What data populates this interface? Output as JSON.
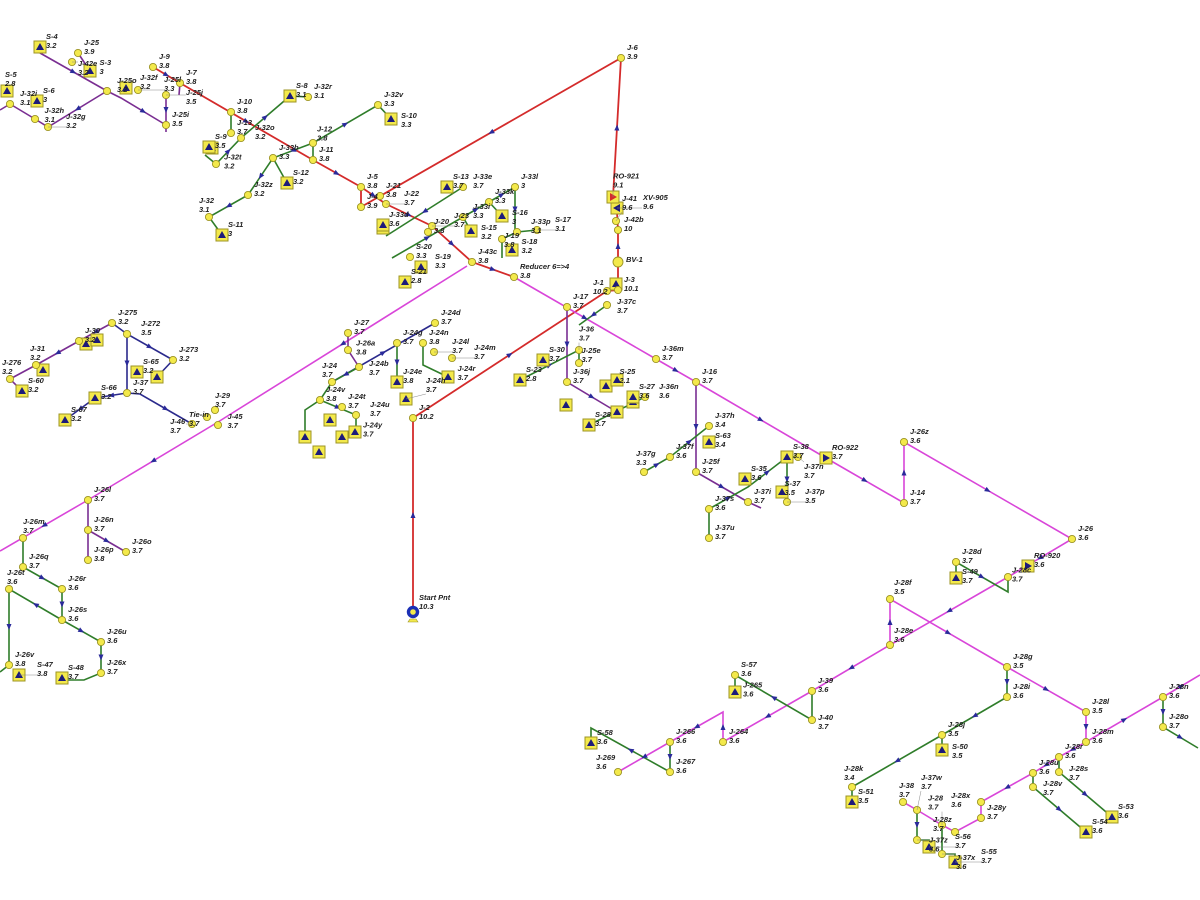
{
  "view": {
    "background": "#ffffff"
  },
  "colors": {
    "trunk": "#d42b2b",
    "main": "#d946d9",
    "branch": "#7a2e92",
    "line": "#2f7d2a",
    "feed": "#2b2a8c",
    "node_fill": "#f3e94b",
    "node_stroke": "#9c9424",
    "source": "#1b2fb5",
    "arrow": "#2a2a9a"
  },
  "nodes": [
    {
      "id": "Start Pnt",
      "value": "10.3",
      "type": "source"
    },
    {
      "id": "J-2",
      "value": "10.2",
      "type": "junction"
    },
    {
      "id": "J-1",
      "value": "10.2",
      "type": "junction"
    },
    {
      "id": "J-3",
      "value": "10.1",
      "type": "junction"
    },
    {
      "id": "BV-1",
      "value": "",
      "type": "valve"
    },
    {
      "id": "J-42b",
      "value": "10",
      "type": "junction"
    },
    {
      "id": "J-41",
      "value": "9.6",
      "type": "junction"
    },
    {
      "id": "XV-905",
      "value": "9.6",
      "type": "valve-box"
    },
    {
      "id": "RO-921",
      "value": "9.1",
      "type": "orifice"
    },
    {
      "id": "J-6",
      "value": "3.9",
      "type": "junction"
    },
    {
      "id": "J-4",
      "value": "3.9",
      "type": "junction"
    },
    {
      "id": "J-5",
      "value": "3.8",
      "type": "junction"
    },
    {
      "id": "J-9",
      "value": "3.8",
      "type": "junction"
    },
    {
      "id": "J-7",
      "value": "3.8",
      "type": "junction"
    },
    {
      "id": "J-10",
      "value": "3.8",
      "type": "junction"
    },
    {
      "id": "J-13",
      "value": "3.7",
      "type": "junction"
    },
    {
      "id": "J-11",
      "value": "3.8",
      "type": "junction"
    },
    {
      "id": "J-12",
      "value": "3.8",
      "type": "junction"
    },
    {
      "id": "J-21",
      "value": "3.8",
      "type": "junction"
    },
    {
      "id": "J-22",
      "value": "3.7",
      "type": "junction"
    },
    {
      "id": "J-20",
      "value": "3.8",
      "type": "junction"
    },
    {
      "id": "J-23",
      "value": "3.7",
      "type": "junction"
    },
    {
      "id": "J-43c",
      "value": "3.8",
      "type": "junction"
    },
    {
      "id": "Reducer 6=>4",
      "value": "3.8",
      "type": "junction"
    },
    {
      "id": "J-17",
      "value": "3.7",
      "type": "junction"
    },
    {
      "id": "J-37c",
      "value": "3.7",
      "type": "junction"
    },
    {
      "id": "J-36m",
      "value": "3.7",
      "type": "junction"
    },
    {
      "id": "J-16",
      "value": "3.7",
      "type": "junction"
    },
    {
      "id": "RO-922",
      "value": "3.7",
      "type": "orifice"
    },
    {
      "id": "J-14",
      "value": "3.7",
      "type": "junction"
    },
    {
      "id": "J-26z",
      "value": "3.6",
      "type": "junction"
    },
    {
      "id": "J-26",
      "value": "3.6",
      "type": "junction"
    },
    {
      "id": "RO-920",
      "value": "3.6",
      "type": "orifice"
    },
    {
      "id": "J-28c",
      "value": "3.7",
      "type": "junction"
    },
    {
      "id": "J-28d",
      "value": "3.7",
      "type": "junction"
    },
    {
      "id": "S-49",
      "value": "3.7",
      "type": "sprinkler"
    },
    {
      "id": "J-28f",
      "value": "3.5",
      "type": "junction"
    },
    {
      "id": "J-28e",
      "value": "3.6",
      "type": "junction"
    },
    {
      "id": "J-28g",
      "value": "3.5",
      "type": "junction"
    },
    {
      "id": "J-28i",
      "value": "3.6",
      "type": "junction"
    },
    {
      "id": "J-28l",
      "value": "3.5",
      "type": "junction"
    },
    {
      "id": "J-28m",
      "value": "3.6",
      "type": "junction"
    },
    {
      "id": "J-28n",
      "value": "3.6",
      "type": "junction"
    },
    {
      "id": "J-28o",
      "value": "3.7",
      "type": "junction"
    },
    {
      "id": "J-28j",
      "value": "3.5",
      "type": "junction"
    },
    {
      "id": "S-50",
      "value": "3.5",
      "type": "sprinkler"
    },
    {
      "id": "J-28k",
      "value": "3.4",
      "type": "junction"
    },
    {
      "id": "S-51",
      "value": "3.5",
      "type": "sprinkler"
    },
    {
      "id": "J-28r",
      "value": "3.6",
      "type": "junction"
    },
    {
      "id": "J-28s",
      "value": "3.7",
      "type": "junction"
    },
    {
      "id": "S-53",
      "value": "3.6",
      "type": "sprinkler"
    },
    {
      "id": "J-28u",
      "value": "3.6",
      "type": "junction"
    },
    {
      "id": "J-28v",
      "value": "3.7",
      "type": "junction"
    },
    {
      "id": "S-54",
      "value": "3.6",
      "type": "sprinkler"
    },
    {
      "id": "J-28x",
      "value": "3.6",
      "type": "junction"
    },
    {
      "id": "J-28y",
      "value": "3.7",
      "type": "junction"
    },
    {
      "id": "J-28z",
      "value": "3.7",
      "type": "junction"
    },
    {
      "id": "J-28",
      "value": "3.7",
      "type": "junction"
    },
    {
      "id": "J-38",
      "value": "3.7",
      "type": "junction"
    },
    {
      "id": "J-37w",
      "value": "3.7",
      "type": "junction"
    },
    {
      "id": "J-37z",
      "value": "3.6",
      "type": "junction"
    },
    {
      "id": "S-56",
      "value": "3.7",
      "type": "sprinkler"
    },
    {
      "id": "J-37x",
      "value": "3.6",
      "type": "junction"
    },
    {
      "id": "S-55",
      "value": "3.7",
      "type": "sprinkler"
    },
    {
      "id": "J-39",
      "value": "3.6",
      "type": "junction"
    },
    {
      "id": "J-40",
      "value": "3.7",
      "type": "junction"
    },
    {
      "id": "S-57",
      "value": "3.6",
      "type": "junction"
    },
    {
      "id": "J-265",
      "value": "3.6",
      "type": "sprinkler"
    },
    {
      "id": "J-264",
      "value": "3.6",
      "type": "junction"
    },
    {
      "id": "J-266",
      "value": "3.6",
      "type": "junction"
    },
    {
      "id": "J-267",
      "value": "3.6",
      "type": "junction"
    },
    {
      "id": "J-269",
      "value": "3.6",
      "type": "junction"
    },
    {
      "id": "S-58",
      "value": "3.6",
      "type": "sprinkler"
    },
    {
      "id": "J-37f",
      "value": "3.6",
      "type": "junction"
    },
    {
      "id": "J-37g",
      "value": "3.3",
      "type": "junction"
    },
    {
      "id": "J-37h",
      "value": "3.4",
      "type": "junction"
    },
    {
      "id": "S-63",
      "value": "3.4",
      "type": "sprinkler"
    },
    {
      "id": "J-25f",
      "value": "3.7",
      "type": "junction"
    },
    {
      "id": "J-37i",
      "value": "3.7",
      "type": "junction"
    },
    {
      "id": "S-35",
      "value": "3.6",
      "type": "sprinkler"
    },
    {
      "id": "J-37s",
      "value": "3.6",
      "type": "junction"
    },
    {
      "id": "J-37u",
      "value": "3.7",
      "type": "junction"
    },
    {
      "id": "S-38",
      "value": "3.7",
      "type": "sprinkler"
    },
    {
      "id": "J-37n",
      "value": "3.7",
      "type": "junction"
    },
    {
      "id": "S-37",
      "value": "3.5",
      "type": "sprinkler"
    },
    {
      "id": "J-37p",
      "value": "3.5",
      "type": "junction"
    },
    {
      "id": "S-27",
      "value": "3.6",
      "type": "sprinkler"
    },
    {
      "id": "J-36n",
      "value": "3.6",
      "type": "junction"
    },
    {
      "id": "S-25",
      "value": "2.1",
      "type": "sprinkler"
    },
    {
      "id": "S-28",
      "value": "3.7",
      "type": "sprinkler"
    },
    {
      "id": "J-36j",
      "value": "3.7",
      "type": "junction"
    },
    {
      "id": "J-25e",
      "value": "3.7",
      "type": "junction"
    },
    {
      "id": "J-36",
      "value": "3.7",
      "type": "junction"
    },
    {
      "id": "S-30",
      "value": "3.7",
      "type": "sprinkler"
    },
    {
      "id": "S-23",
      "value": "2.8",
      "type": "sprinkler"
    },
    {
      "id": "J-27",
      "value": "3.7",
      "type": "junction"
    },
    {
      "id": "J-26a",
      "value": "3.8",
      "type": "junction"
    },
    {
      "id": "J-24b",
      "value": "3.7",
      "type": "junction"
    },
    {
      "id": "J-24d",
      "value": "3.7",
      "type": "junction"
    },
    {
      "id": "J-24g",
      "value": "3.7",
      "type": "junction"
    },
    {
      "id": "J-24n",
      "value": "3.8",
      "type": "junction"
    },
    {
      "id": "J-24l",
      "value": "3.7",
      "type": "junction"
    },
    {
      "id": "J-24m",
      "value": "3.7",
      "type": "junction"
    },
    {
      "id": "J-24r",
      "value": "3.7",
      "type": "sprinkler"
    },
    {
      "id": "J-24e",
      "value": "3.8",
      "type": "sprinkler"
    },
    {
      "id": "J-24h",
      "value": "3.7",
      "type": "sprinkler"
    },
    {
      "id": "J-24",
      "value": "3.7",
      "type": "junction"
    },
    {
      "id": "J-24v",
      "value": "3.8",
      "type": "junction"
    },
    {
      "id": "J-24t",
      "value": "3.7",
      "type": "junction"
    },
    {
      "id": "J-24u",
      "value": "3.7",
      "type": "junction"
    },
    {
      "id": "J-24y",
      "value": "3.7",
      "type": "sprinkler"
    },
    {
      "id": "J-275",
      "value": "3.2",
      "type": "junction"
    },
    {
      "id": "J-272",
      "value": "3.5",
      "type": "junction"
    },
    {
      "id": "J-273",
      "value": "3.2",
      "type": "junction"
    },
    {
      "id": "J-30",
      "value": "3.2",
      "type": "junction"
    },
    {
      "id": "J-31",
      "value": "3.2",
      "type": "junction"
    },
    {
      "id": "J-276",
      "value": "3.2",
      "type": "junction"
    },
    {
      "id": "S-60",
      "value": "3.2",
      "type": "sprinkler"
    },
    {
      "id": "S-65",
      "value": "3.2",
      "type": "sprinkler"
    },
    {
      "id": "J-37",
      "value": "3.7",
      "type": "junction"
    },
    {
      "id": "S-66",
      "value": "3.2",
      "type": "sprinkler"
    },
    {
      "id": "S-67",
      "value": "3.2",
      "type": "sprinkler"
    },
    {
      "id": "Tie-in",
      "value": "3.7",
      "type": "junction"
    },
    {
      "id": "J-29",
      "value": "3.7",
      "type": "junction"
    },
    {
      "id": "J-46",
      "value": "3.7",
      "type": "junction"
    },
    {
      "id": "J-45",
      "value": "3.7",
      "type": "junction"
    },
    {
      "id": "J-26l",
      "value": "3.7",
      "type": "junction"
    },
    {
      "id": "J-26m",
      "value": "3.7",
      "type": "junction"
    },
    {
      "id": "J-26n",
      "value": "3.7",
      "type": "junction"
    },
    {
      "id": "J-26p",
      "value": "3.8",
      "type": "junction"
    },
    {
      "id": "J-26o",
      "value": "3.7",
      "type": "junction"
    },
    {
      "id": "J-26q",
      "value": "3.7",
      "type": "junction"
    },
    {
      "id": "J-26r",
      "value": "3.6",
      "type": "junction"
    },
    {
      "id": "J-26s",
      "value": "3.6",
      "type": "junction"
    },
    {
      "id": "J-26t",
      "value": "3.6",
      "type": "junction"
    },
    {
      "id": "J-26u",
      "value": "3.6",
      "type": "junction"
    },
    {
      "id": "J-26x",
      "value": "3.7",
      "type": "junction"
    },
    {
      "id": "J-26v",
      "value": "3.8",
      "type": "junction"
    },
    {
      "id": "S-47",
      "value": "3.8",
      "type": "sprinkler"
    },
    {
      "id": "S-48",
      "value": "3.7",
      "type": "sprinkler"
    },
    {
      "id": "S-4",
      "value": "3.2",
      "type": "sprinkler"
    },
    {
      "id": "J-25",
      "value": "3.9",
      "type": "junction"
    },
    {
      "id": "J-42e",
      "value": "3.2",
      "type": "junction"
    },
    {
      "id": "S-3",
      "value": "3",
      "type": "sprinkler"
    },
    {
      "id": "J-25o",
      "value": "3.2",
      "type": "junction"
    },
    {
      "id": "J-32f",
      "value": "3.2",
      "type": "sprinkler"
    },
    {
      "id": "J-25l",
      "value": "3.3",
      "type": "junction"
    },
    {
      "id": "J-25j",
      "value": "3.5",
      "type": "junction"
    },
    {
      "id": "J-25i",
      "value": "3.5",
      "type": "junction"
    },
    {
      "id": "S-5",
      "value": "2.8",
      "type": "sprinkler"
    },
    {
      "id": "J-32i",
      "value": "3.1",
      "type": "junction"
    },
    {
      "id": "S-6",
      "value": "3",
      "type": "sprinkler"
    },
    {
      "id": "J-32h",
      "value": "3.1",
      "type": "junction"
    },
    {
      "id": "J-32g",
      "value": "3.2",
      "type": "junction"
    },
    {
      "id": "S-8",
      "value": "3.1",
      "type": "sprinkler"
    },
    {
      "id": "J-32r",
      "value": "3.1",
      "type": "junction"
    },
    {
      "id": "J-32v",
      "value": "3.3",
      "type": "junction"
    },
    {
      "id": "S-10",
      "value": "3.3",
      "type": "sprinkler"
    },
    {
      "id": "S-9",
      "value": "3.5",
      "type": "sprinkler"
    },
    {
      "id": "J-32t",
      "value": "3.2",
      "type": "junction"
    },
    {
      "id": "J-32o",
      "value": "3.2",
      "type": "junction"
    },
    {
      "id": "J-33b",
      "value": "3.3",
      "type": "junction"
    },
    {
      "id": "S-12",
      "value": "3.2",
      "type": "sprinkler"
    },
    {
      "id": "J-32z",
      "value": "3.2",
      "type": "junction"
    },
    {
      "id": "J-32",
      "value": "3.1",
      "type": "junction"
    },
    {
      "id": "S-11",
      "value": "3",
      "type": "sprinkler"
    },
    {
      "id": "S-13",
      "value": "3.7",
      "type": "sprinkler"
    },
    {
      "id": "J-33e",
      "value": "3.7",
      "type": "junction"
    },
    {
      "id": "J-33l",
      "value": "3",
      "type": "junction"
    },
    {
      "id": "J-33k",
      "value": "3.3",
      "type": "junction"
    },
    {
      "id": "S-16",
      "value": "3",
      "type": "sprinkler"
    },
    {
      "id": "J-33i",
      "value": "3.3",
      "type": "junction"
    },
    {
      "id": "S-15",
      "value": "3.2",
      "type": "sprinkler"
    },
    {
      "id": "J-33p",
      "value": "3.1",
      "type": "junction"
    },
    {
      "id": "S-17",
      "value": "3.1",
      "type": "junction"
    },
    {
      "id": "S-18",
      "value": "3.2",
      "type": "sprinkler"
    },
    {
      "id": "J-19",
      "value": "3.8",
      "type": "junction"
    },
    {
      "id": "J-33d",
      "value": "3.6",
      "type": "sprinkler"
    },
    {
      "id": "S-20",
      "value": "3.3",
      "type": "junction"
    },
    {
      "id": "S-19",
      "value": "3.3",
      "type": "sprinkler"
    },
    {
      "id": "S-21",
      "value": "2.8",
      "type": "sprinkler"
    }
  ]
}
